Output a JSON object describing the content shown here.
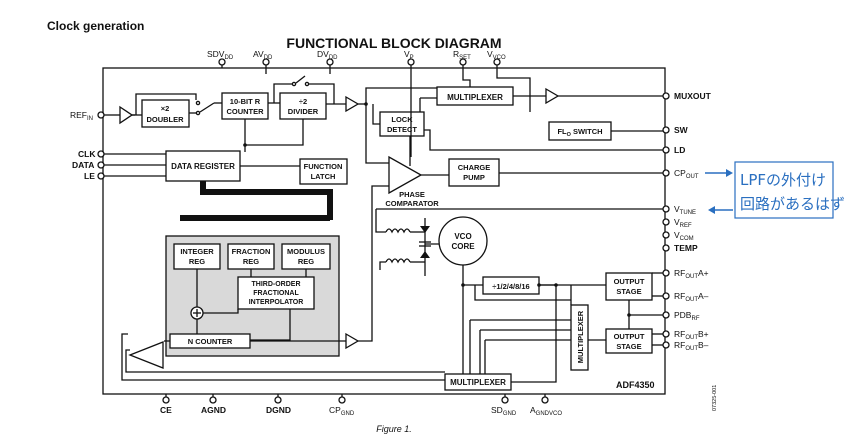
{
  "section_heading": "Clock generation",
  "diagram_title": "FUNCTIONAL BLOCK DIAGRAM",
  "figure_caption": "Figure 1.",
  "part_number": "ADF4350",
  "doc_code": "07325-001",
  "top_pins": {
    "sdvdd": "SDV",
    "sdvdd_sub": "DD",
    "avdd": "AV",
    "avdd_sub": "DD",
    "dvdd": "DV",
    "dvdd_sub": "DD",
    "vp": "V",
    "vp_sub": "P",
    "rset": "R",
    "rset_sub": "SET",
    "vvco": "V",
    "vvco_sub": "VCO"
  },
  "left_pins": {
    "refin": "REF",
    "refin_sub": "IN",
    "clk": "CLK",
    "data": "DATA",
    "le": "LE"
  },
  "right_pins": {
    "muxout": "MUXOUT",
    "sw": "SW",
    "ld": "LD",
    "cpout": "CP",
    "cpout_sub": "OUT",
    "vtune": "V",
    "vtune_sub": "TUNE",
    "vref": "V",
    "vref_sub": "REF",
    "vcom": "V",
    "vcom_sub": "COM",
    "temp": "TEMP",
    "rfouta_p": "RF",
    "rfouta_p_sub": "OUT",
    "rfouta_p_suf": "A+",
    "rfouta_m": "RF",
    "rfouta_m_sub": "OUT",
    "rfouta_m_suf": "A–",
    "pdbrf": "PDB",
    "pdbrf_sub": "RF",
    "rfoutb_p": "RF",
    "rfoutb_p_sub": "OUT",
    "rfoutb_p_suf": "B+",
    "rfoutb_m": "RF",
    "rfoutb_m_sub": "OUT",
    "rfoutb_m_suf": "B–"
  },
  "bottom_pins": {
    "ce": "CE",
    "agnd": "AGND",
    "dgnd": "DGND",
    "cpgnd": "CP",
    "cpgnd_sub": "GND",
    "sdgnd": "SD",
    "sdgnd_sub": "GND",
    "agndvco": "A",
    "agndvco_sub": "GNDVCO"
  },
  "blocks": {
    "doubler": [
      "×2",
      "DOUBLER"
    ],
    "r_counter": [
      "10-BIT R",
      "COUNTER"
    ],
    "divider": [
      "÷2",
      "DIVIDER"
    ],
    "multiplexer_top": "MULTIPLEXER",
    "lock_detect": [
      "LOCK",
      "DETECT"
    ],
    "flo_switch": "FL",
    "flo_switch_sub": "O",
    "flo_switch_tail": " SWITCH",
    "data_register": "DATA REGISTER",
    "function_latch": [
      "FUNCTION",
      "LATCH"
    ],
    "charge_pump": [
      "CHARGE",
      "PUMP"
    ],
    "phase_comparator": [
      "PHASE",
      "COMPARATOR"
    ],
    "integer_reg": [
      "INTEGER",
      "REG"
    ],
    "fraction_reg": [
      "FRACTION",
      "REG"
    ],
    "modulus_reg": [
      "MODULUS",
      "REG"
    ],
    "interpolator": [
      "THIRD-ORDER",
      "FRACTIONAL",
      "INTERPOLATOR"
    ],
    "n_counter": "N COUNTER",
    "vco_core": [
      "VCO",
      "CORE"
    ],
    "output_divider": "÷1/2/4/8/16",
    "output_stage_a": [
      "OUTPUT",
      "STAGE"
    ],
    "output_stage_b": [
      "OUTPUT",
      "STAGE"
    ],
    "multiplexer_vertical": "MULTIPLEXER",
    "multiplexer_bottom": "MULTIPLEXER"
  },
  "annotations": {
    "note_line1": "LPFの外付け",
    "note_line2": "回路があるはず",
    "arrow_color": "#2a6fc0"
  }
}
